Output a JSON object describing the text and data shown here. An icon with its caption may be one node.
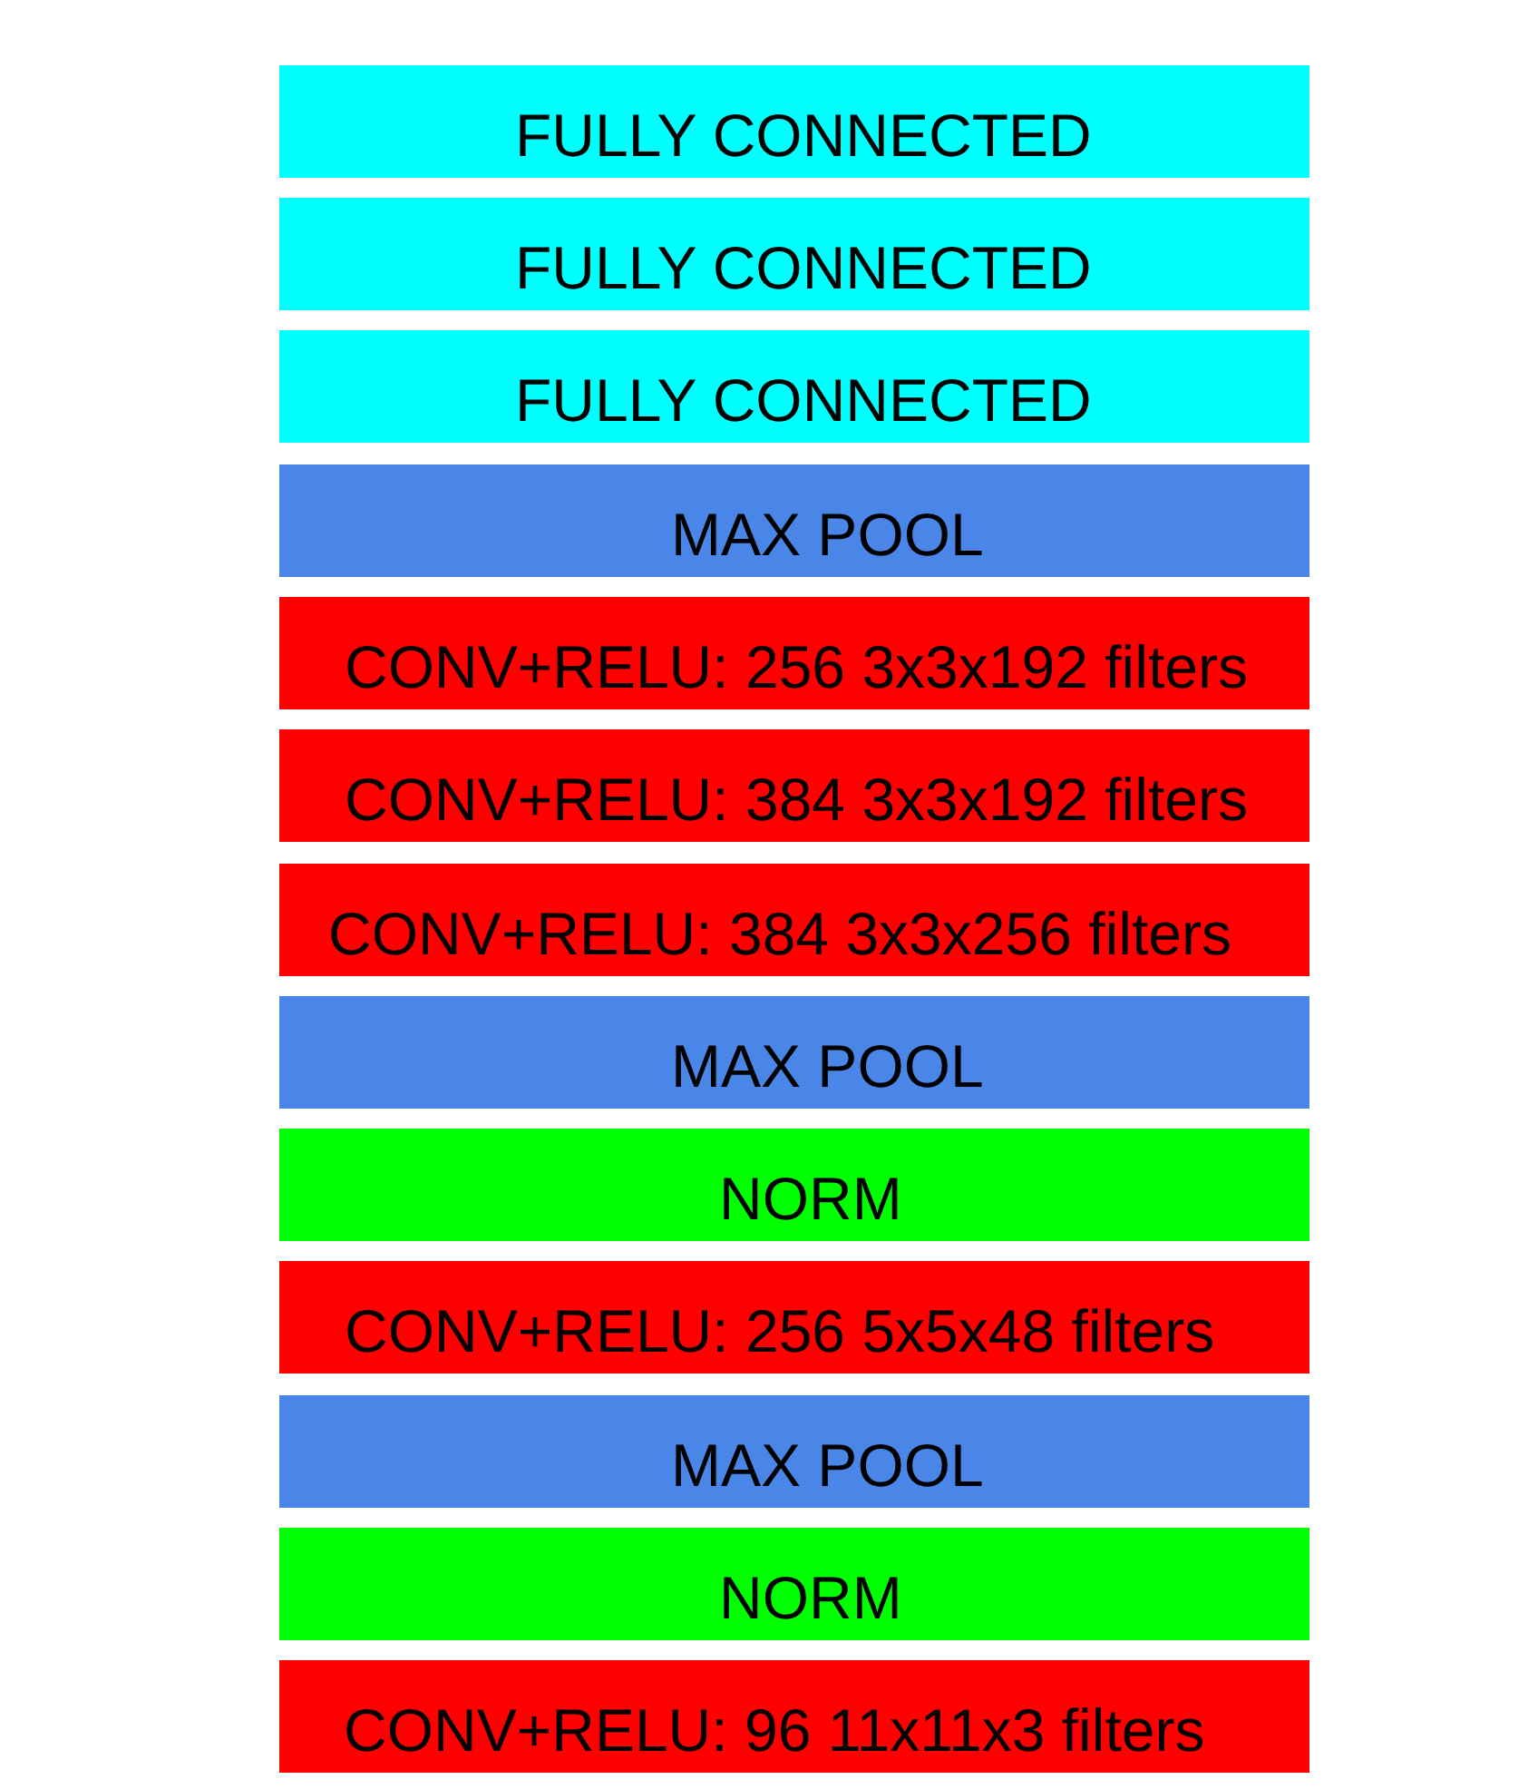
{
  "diagram": {
    "nodes": [
      {
        "text": [
          "FULLY CONNECTED"
        ]
      },
      {
        "text": [
          "FULLY CONNECTED"
        ]
      },
      {
        "text": [
          "FULLY CONNECTED"
        ]
      },
      {
        "text": [
          "MAX POOL"
        ]
      },
      {
        "text": [
          "CONV+RELU: 256 3x3x192 filters"
        ]
      },
      {
        "text": [
          "CONV+RELU: 384 3x3x192 filters"
        ]
      },
      {
        "text": [
          "CONV+RELU: 384 3x3x256 filters"
        ]
      },
      {
        "text": [
          "MAX POOL"
        ]
      },
      {
        "text": [
          "NORM"
        ]
      },
      {
        "text": [
          "CONV+RELU: 256 5x5x48 filters"
        ]
      },
      {
        "text": [
          "MAX POOL"
        ]
      },
      {
        "text": [
          "NORM"
        ]
      },
      {
        "text": [
          "CONV+RELU: 96 11x11x3 filters"
        ]
      }
    ]
  }
}
